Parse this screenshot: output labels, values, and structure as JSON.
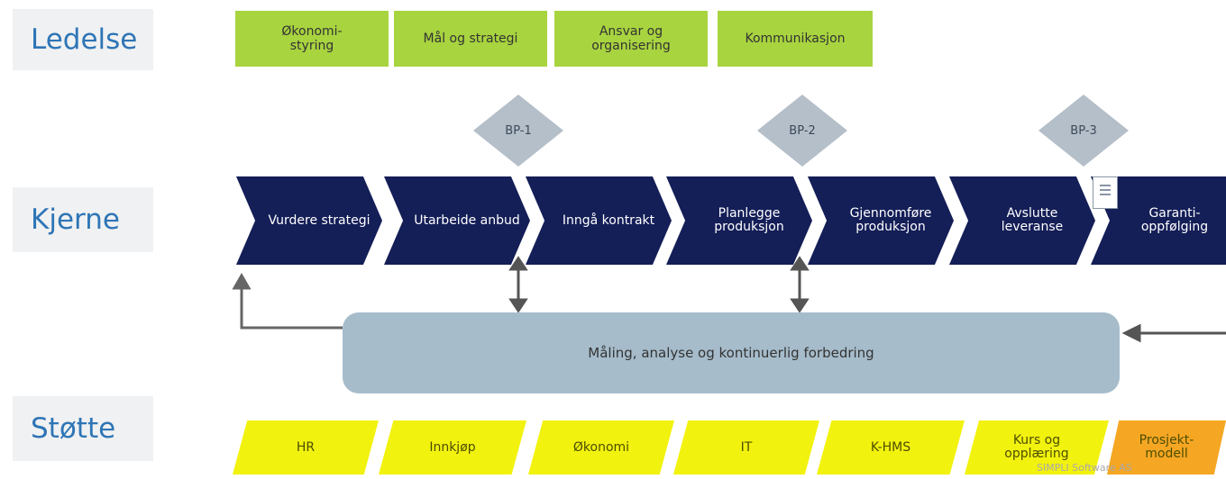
{
  "rows": {
    "ledelse": "Ledelse",
    "kjerne": "Kjerne",
    "stotte": "Støtte"
  },
  "ledelse_items": [
    "Økonomi-\nstyring",
    "Mål og strategi",
    "Ansvar og\norganisering",
    "Kommunikasjon"
  ],
  "checkpoints": [
    "BP-1",
    "BP-2",
    "BP-3"
  ],
  "core_steps": [
    "Vurdere strategi",
    "Utarbeide anbud",
    "Inngå kontrakt",
    "Planlegge\nproduksjon",
    "Gjennomføre\nproduksjon",
    "Avslutte\nleveranse",
    "Garanti-\noppfølging"
  ],
  "improvement": "Måling, analyse og kontinuerlig forbedring",
  "support_items": [
    "HR",
    "Innkjøp",
    "Økonomi",
    "IT",
    "K-HMS",
    "Kurs og\nopplæring",
    "Prosjekt-\nmodell"
  ],
  "watermark": "SIMPLI Software AS",
  "colors": {
    "label_text": "#2e75b6",
    "green": "#a8d43f",
    "navy": "#141e57",
    "diamond": "#b5bfc9",
    "improvement": "#a6bccb",
    "yellow": "#f2f20f",
    "orange": "#f5a623"
  }
}
